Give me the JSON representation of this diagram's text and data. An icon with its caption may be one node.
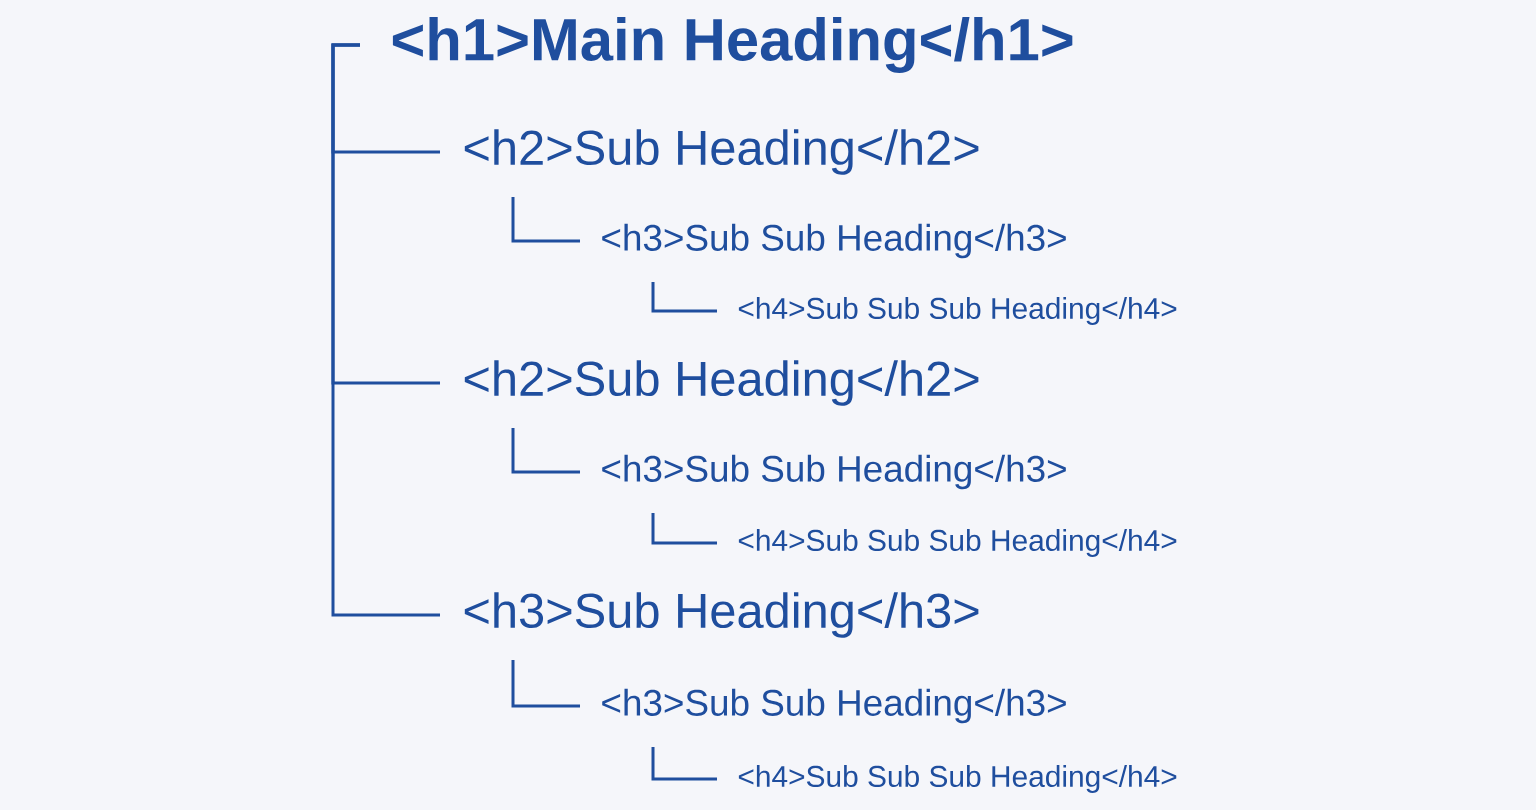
{
  "diagram": {
    "nodes": [
      {
        "text": [
          "<h1>Main Heading</h1>"
        ]
      },
      {
        "text": [
          "<h2>Sub Heading</h2>"
        ]
      },
      {
        "text": [
          "<h3>Sub Sub Heading</h3>"
        ]
      },
      {
        "text": [
          "<h4>Sub Sub Sub Heading</h4>"
        ]
      },
      {
        "text": [
          "<h2>Sub Heading</h2>"
        ]
      },
      {
        "text": [
          "<h3>Sub Sub Heading</h3>"
        ]
      },
      {
        "text": [
          "<h4>Sub Sub Sub Heading</h4>"
        ]
      },
      {
        "text": [
          "<h3>Sub Heading</h3>"
        ]
      },
      {
        "text": [
          "<h3>Sub Sub Heading</h3>"
        ]
      },
      {
        "text": [
          "<h4>Sub Sub Sub Heading</h4>"
        ]
      }
    ],
    "edges": [
      {
        "from": 0,
        "to": 1,
        "arrow": "none"
      },
      {
        "from": 1,
        "to": 2,
        "arrow": "none"
      },
      {
        "from": 2,
        "to": 3,
        "arrow": "none"
      },
      {
        "from": 0,
        "to": 4,
        "arrow": "none"
      },
      {
        "from": 4,
        "to": 5,
        "arrow": "none"
      },
      {
        "from": 5,
        "to": 6,
        "arrow": "none"
      },
      {
        "from": 0,
        "to": 7,
        "arrow": "none"
      },
      {
        "from": 7,
        "to": 8,
        "arrow": "none"
      },
      {
        "from": 8,
        "to": 9,
        "arrow": "none"
      }
    ]
  }
}
